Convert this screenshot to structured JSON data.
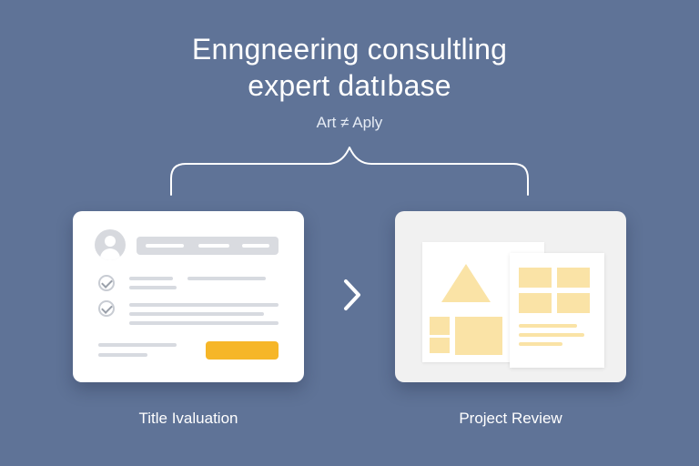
{
  "title": {
    "line1": "Enngneering consultling",
    "line2": "expert datıbase"
  },
  "subtitle": "Art ≠ Aply",
  "left_card": {
    "icon": "profile-card-icon",
    "label": "Title Ivaluation",
    "button_color": "#f6b628"
  },
  "right_card": {
    "icon": "project-document-icon",
    "label": "Project Review",
    "accent_color": "#fae3a6"
  },
  "connector_icon": "chevron-right-icon",
  "colors": {
    "background": "#5f7397",
    "card": "#ffffff",
    "card_alt": "#f1f1f1"
  }
}
